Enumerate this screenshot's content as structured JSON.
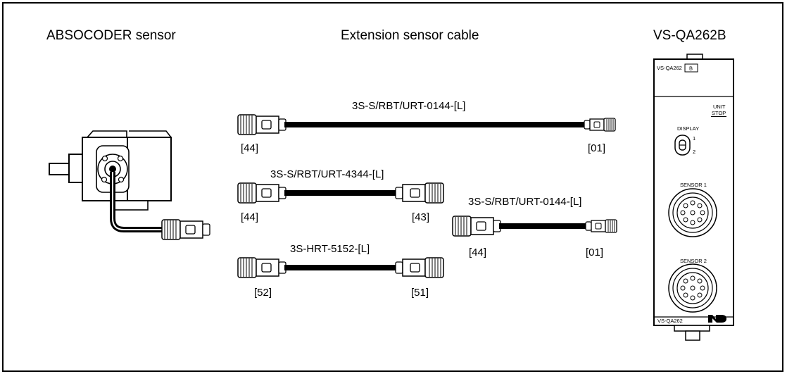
{
  "headers": {
    "sensor": "ABSOCODER sensor",
    "cable": "Extension sensor cable",
    "unit": "VS-QA262B"
  },
  "cables": [
    {
      "name": "3S-S/RBT/URT-0144-[L]",
      "left_connector": "[44]",
      "right_connector": "[01]"
    },
    {
      "name": "3S-S/RBT/URT-4344-[L]",
      "left_connector": "[44]",
      "right_connector": "[43]"
    },
    {
      "name": "3S-S/RBT/URT-0144-[L]",
      "left_connector": "[44]",
      "right_connector": "[01]"
    },
    {
      "name": "3S-HRT-5152-[L]",
      "left_connector": "[52]",
      "right_connector": "[51]"
    }
  ],
  "unit_panel": {
    "model_label": "VS-QA262",
    "model_suffix": "B",
    "unit_stop_line1": "UNIT",
    "unit_stop_line2": "STOP",
    "display_label": "DISPLAY",
    "display_opt1": "1",
    "display_opt2": "2",
    "sensor1_label": "SENSOR 1",
    "sensor2_label": "SENSOR 2",
    "bottom_model": "VS-QA262",
    "brand_logo": "NPD"
  }
}
